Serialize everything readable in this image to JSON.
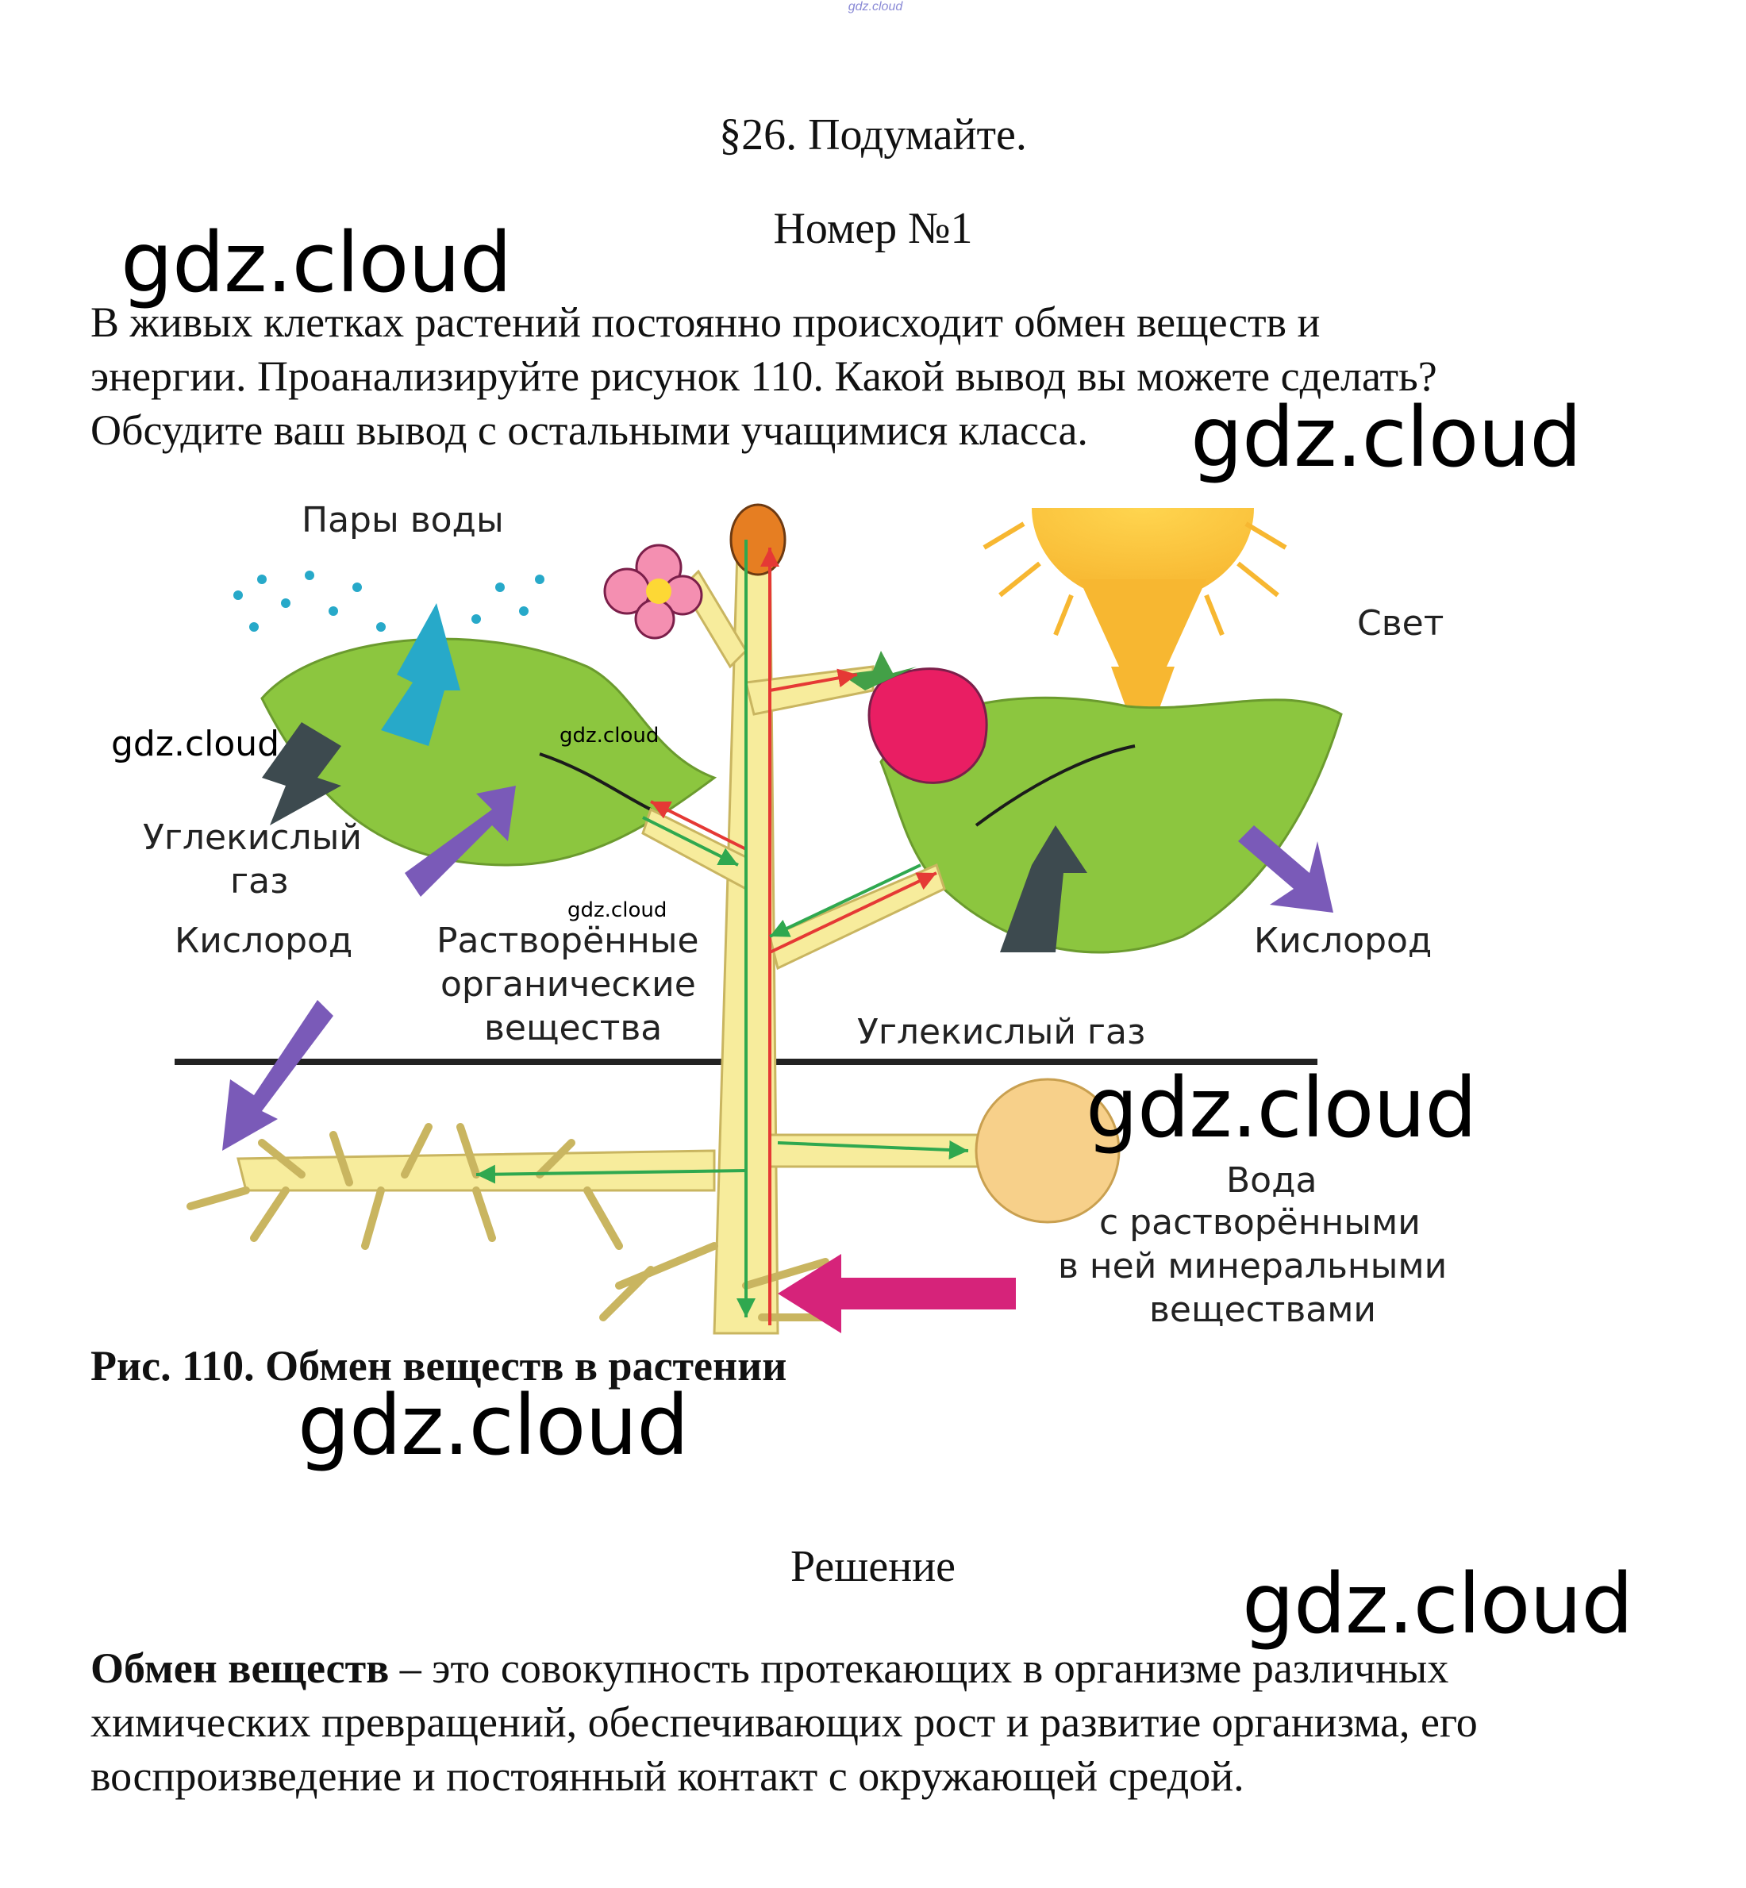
{
  "watermark_top": "gdz.cloud",
  "section_title": "§26. Подумайте.",
  "task_number": "Номер №1",
  "task_text": [
    "В живых клетках растений постоянно происходит обмен веществ и",
    "энергии. Проанализируйте рисунок 110. Какой вывод вы можете сделать?",
    "Обсудите ваш вывод с остальными учащимися класса."
  ],
  "watermark": "gdz.cloud",
  "figure": {
    "labels": {
      "water_vapor": "Пары воды",
      "light": "Свет",
      "co2_left_1": "Углекислый",
      "co2_left_2": "газ",
      "oxygen_left": "Кислород",
      "dissolved_1": "Растворённые",
      "dissolved_2": "органические",
      "dissolved_3": "вещества",
      "oxygen_right": "Кислород",
      "co2_right": "Углекислый газ",
      "water_1": "Вода",
      "water_2": "с растворёнными",
      "water_3": "в ней минеральными",
      "water_4": "веществами"
    },
    "colors": {
      "leaf": "#8cc63f",
      "stem": "#f7ec9c",
      "sun": "#f7b731",
      "vapor_arrow": "#27a9c9",
      "co2_arrow": "#3d4a4f",
      "oxygen_arrow": "#7a5ab8",
      "mineral_arrow": "#d6237a",
      "flow_up": "#e53935",
      "flow_down": "#2fa84f"
    }
  },
  "figure_caption": "Рис. 110. Обмен веществ в растении",
  "solution_heading": "Решение",
  "solution": {
    "term": "Обмен веществ",
    "definition_line1": " – это совокупность протекающих в организме различных",
    "definition_line2": "химических превращений, обеспечивающих рост и развитие организма, его",
    "definition_line3": "воспроизведение и постоянный контакт с окружающей средой."
  }
}
